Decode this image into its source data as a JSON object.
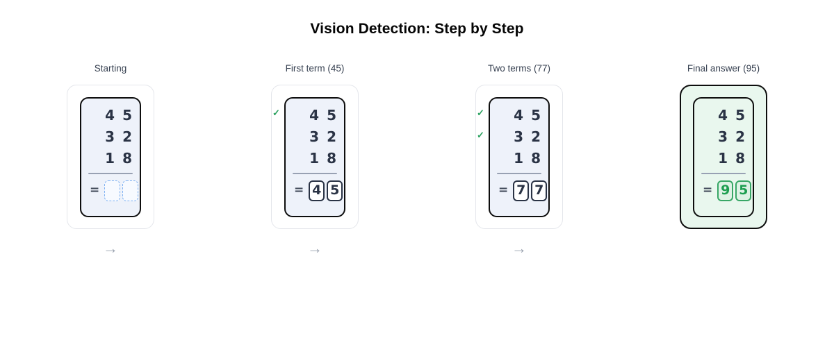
{
  "title": "Vision Detection: Step by Step",
  "glyphs": {
    "equals": "=",
    "check": "✓",
    "arrow": "→"
  },
  "colors": {
    "digit_navy": "#2a3345",
    "card_blue_bg": "#eef2fa",
    "final_green_bg": "#e9f7ee",
    "answer_green_text": "#1d9e50",
    "answer_green_border": "#38a766",
    "check_green": "#2aa15f",
    "dashed_slot_blue": "#7cb0f2",
    "rule_gray": "#98a1b3",
    "arrow_gray": "#9aa2af",
    "card_border_black": "#0d0d0d",
    "outer_card_border": "#e4e6eb"
  },
  "panels": [
    {
      "label": "Starting",
      "rows": [
        [
          "4",
          "5"
        ],
        [
          "3",
          "2"
        ],
        [
          "1",
          "8"
        ]
      ],
      "answer": [
        "",
        ""
      ],
      "checks": []
    },
    {
      "label": "First term (45)",
      "rows": [
        [
          "4",
          "5"
        ],
        [
          "3",
          "2"
        ],
        [
          "1",
          "8"
        ]
      ],
      "answer": [
        "4",
        "5"
      ],
      "checks": [
        "✓"
      ]
    },
    {
      "label": "Two terms (77)",
      "rows": [
        [
          "4",
          "5"
        ],
        [
          "3",
          "2"
        ],
        [
          "1",
          "8"
        ]
      ],
      "answer": [
        "7",
        "7"
      ],
      "checks": [
        "✓",
        "✓"
      ]
    },
    {
      "label": "Final answer (95)",
      "rows": [
        [
          "4",
          "5"
        ],
        [
          "3",
          "2"
        ],
        [
          "1",
          "8"
        ]
      ],
      "answer": [
        "9",
        "5"
      ],
      "checks": []
    }
  ]
}
